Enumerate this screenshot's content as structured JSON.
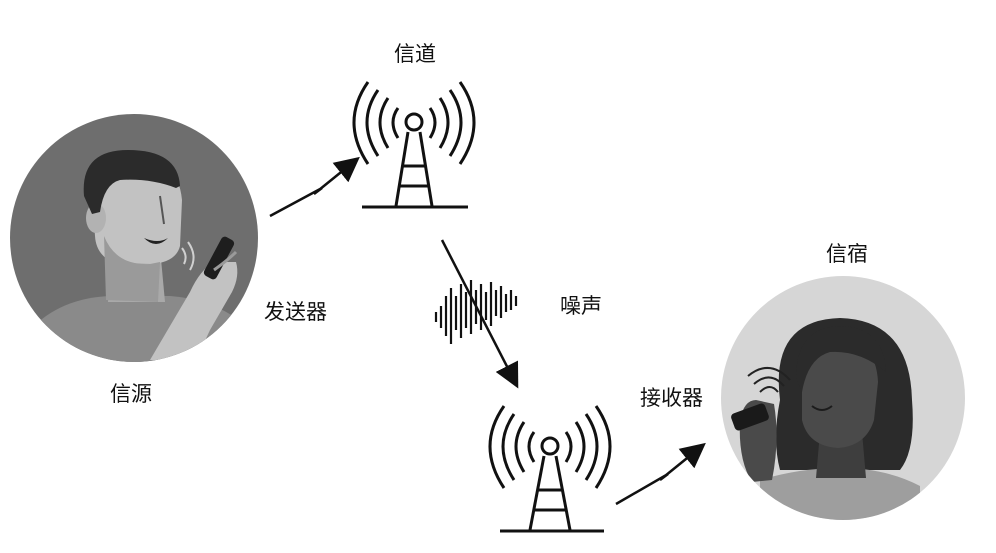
{
  "labels": {
    "channel": "信道",
    "sink": "信宿",
    "transmitter": "发送器",
    "noise": "噪声",
    "receiver": "接收器",
    "source": "信源"
  },
  "colors": {
    "background": "#ffffff",
    "ink": "#111111",
    "source_circle": "#6e6e6e",
    "sink_circle": "#d6d6d6",
    "skin_light": "#bdbdbd",
    "skin_dark": "#4a4a4a",
    "hair": "#2b2b2b"
  },
  "icons": {
    "source": "man-talking-on-phone-icon",
    "sink": "woman-listening-on-phone-icon",
    "channel_tower": "radio-tower-icon",
    "receiver_tower": "radio-tower-icon",
    "noise": "sound-wave-icon",
    "signal": "lightning-arrow-icon"
  }
}
